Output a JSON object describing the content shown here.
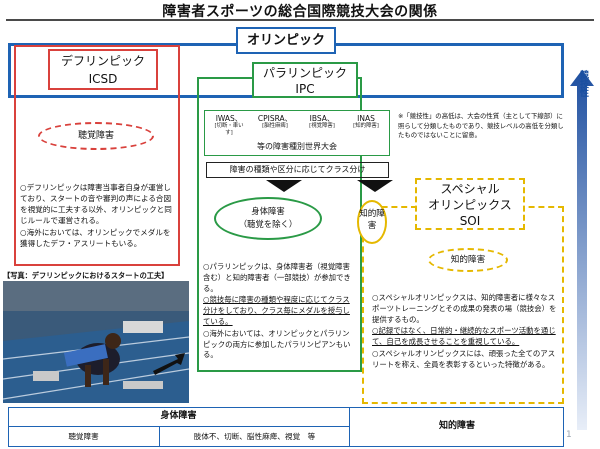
{
  "title": "障害者スポーツの総合国際競技大会の関係",
  "olympic": {
    "label": "オリンピック"
  },
  "deaflympics": {
    "name": "デフリンピック",
    "abbr": "ICSD",
    "disability": "聴覚障害",
    "notes": [
      "○デフリンピックは障害当事者自身が運営しており、スタートの音や審判の声による合図を視覚的に工夫する以外、オリンピックと同じルールで運営される。",
      "○海外においては、オリンピックでメダルを獲得したデフ・アスリートもいる。"
    ]
  },
  "paralympics": {
    "name": "パラリンピック",
    "abbr": "IPC",
    "orgs": [
      {
        "name": "IWAS、",
        "sub": "[切断・車いす]"
      },
      {
        "name": "CPISRA、",
        "sub": "[脳性麻痺]"
      },
      {
        "name": "IBSA、",
        "sub": "[視覚障害]"
      },
      {
        "name": "INAS",
        "sub": "[知的障害]"
      }
    ],
    "orgs_caption": "等の障害種別世界大会",
    "classification": "障害の種類や区分に応じてクラス分け",
    "physical_line1": "身体障害",
    "physical_line2": "（聴覚を除く）",
    "intellectual_short": "知的障害",
    "notes": [
      "○パラリンピックは、身体障害者（視覚障害含む）と知的障害者（一部競技）が参加できる。",
      "○競技毎に障害の種類や程度に応じてクラス分けをしており、クラス毎にメダルを授与している。",
      "○海外においては、オリンピックとパラリンピックの両方に参加したパラリンピアンもいる。"
    ]
  },
  "special_olympics": {
    "name_line1": "スペシャル",
    "name_line2": "オリンピックス",
    "abbr": "SOI",
    "disability": "知的障害",
    "notes": [
      "○スペシャルオリンピックスは、知的障害者に様々なスポーツトレーニングとその成果の発表の場（競技会）を提供するもの。",
      "○記録ではなく、日常的・継続的なスポーツ活動を通じて、自己を成長させることを重視している。",
      "○スペシャルオリンピックスには、頑張った全てのアスリートを称え、全員を表彰するといった特徴がある。"
    ]
  },
  "note_top": "※「競技性」の高低は、大会の性質（主として下線部）に照らして分類したものであり、競技レベルの高低を分類したものではないことに留意。",
  "photo_caption": "【写真：デフリンピックにおけるスタートの工夫】",
  "competition_label": "競技性",
  "bottom": {
    "physical": "身体障害",
    "deaf": "聴覚障害",
    "other_physical": "肢体不、切断、脳性麻痺、視覚　等",
    "intellectual": "知的障害"
  },
  "page_number": "1",
  "colors": {
    "olympic": "#1e63b4",
    "deaf": "#d9413c",
    "para": "#2a9a46",
    "soi": "#e5b800"
  }
}
